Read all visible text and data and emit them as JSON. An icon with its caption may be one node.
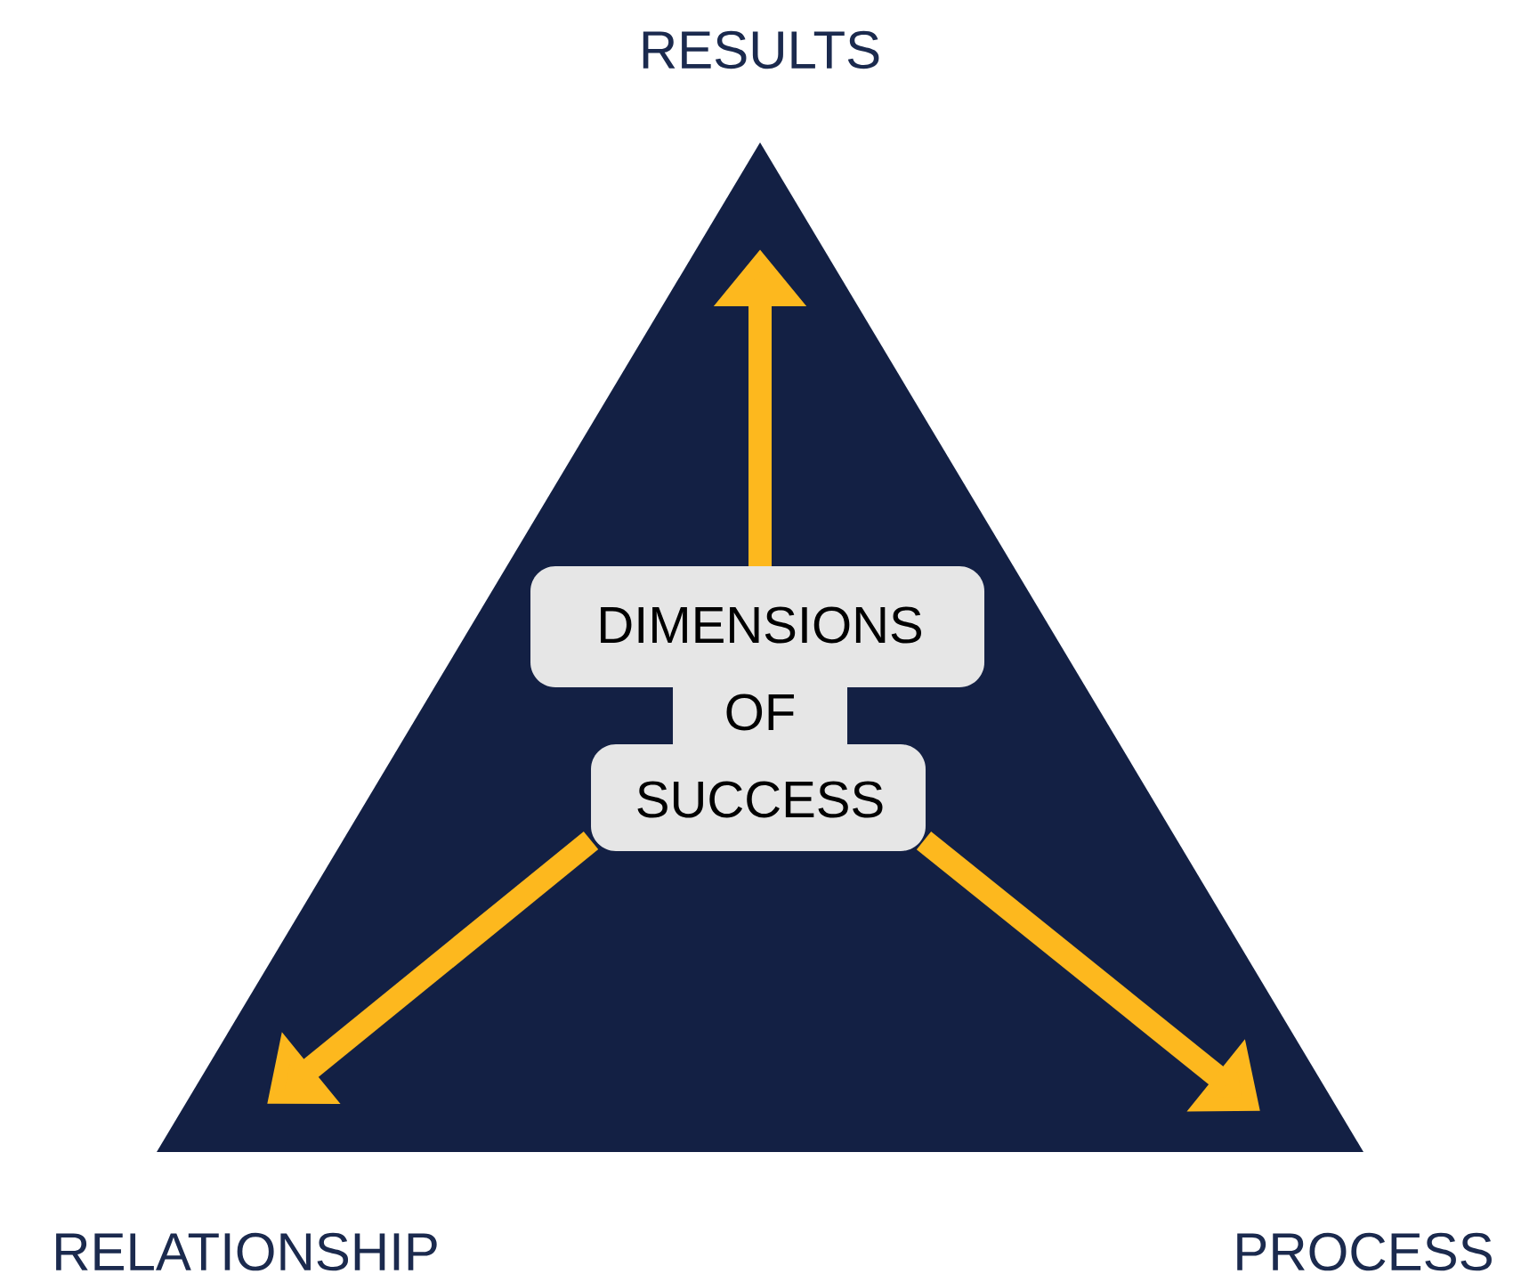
{
  "diagram": {
    "nodes": [
      {
        "text": [],
        "shape": "triangle"
      },
      {
        "text": [
          "DIMENSIONS OF SUCCESS"
        ],
        "in": 0
      }
    ],
    "edges": [
      {
        "from": 1,
        "to": null,
        "arrow": "to"
      },
      {
        "from": 1,
        "to": null,
        "arrow": "to"
      },
      {
        "from": 1,
        "to": null,
        "arrow": "to"
      }
    ],
    "labels": [
      "RESULTS",
      "RELATIONSHIP",
      "PROCESS"
    ]
  }
}
